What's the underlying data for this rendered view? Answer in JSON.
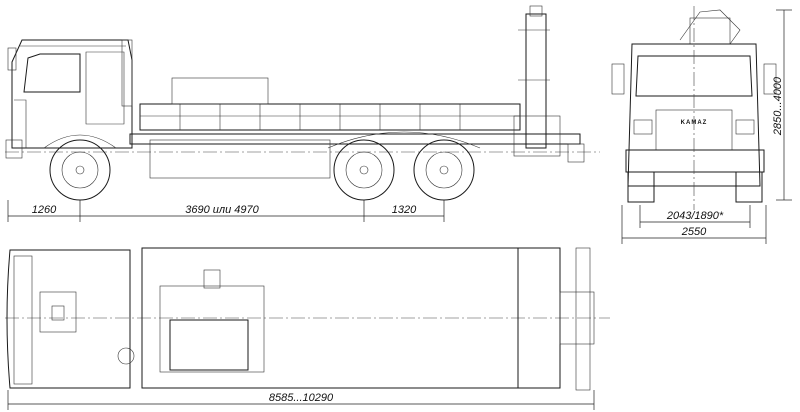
{
  "dimensions": {
    "front_overhang": "1260",
    "wheelbase": "3690 или 4970",
    "rear_axle_spread": "1320",
    "track_width": "2043/1890*",
    "overall_width": "2550",
    "overall_height": "2850...4000",
    "overall_length": "8585...10290"
  },
  "grille_logo": "KAMAZ"
}
